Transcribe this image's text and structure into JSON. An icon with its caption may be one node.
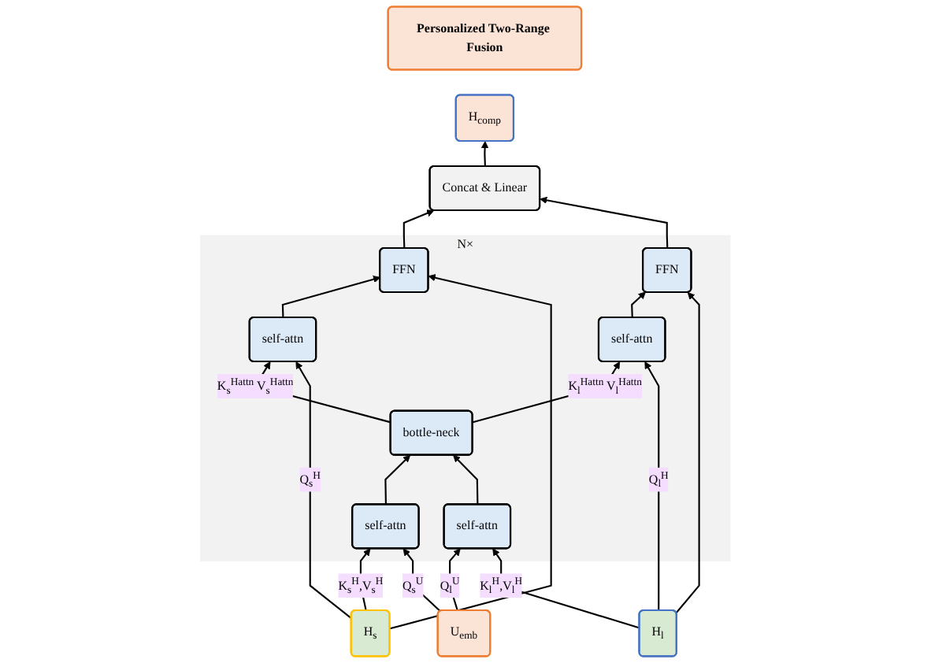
{
  "diagram": {
    "nodes": [
      {
        "text": [
          "Personalized Two-Range Fusion"
        ]
      },
      {
        "text": [
          "H$_{comp}$"
        ]
      },
      {
        "text": [
          "Concat & Linear"
        ]
      },
      {
        "text": [
          "N×"
        ]
      },
      {
        "text": [
          "FFN"
        ],
        "in": 3
      },
      {
        "text": [
          "FFN"
        ],
        "in": 3
      },
      {
        "text": [
          "self-attn"
        ],
        "in": 3
      },
      {
        "text": [
          "self-attn"
        ],
        "in": 3
      },
      {
        "text": [
          "bottle-neck"
        ],
        "in": 3
      },
      {
        "text": [
          "self-attn"
        ],
        "in": 3
      },
      {
        "text": [
          "self-attn"
        ],
        "in": 3
      },
      {
        "text": [
          "H$_{s}$"
        ]
      },
      {
        "text": [
          "U$_{emb}$"
        ]
      },
      {
        "text": [
          "H$_{l}$"
        ]
      }
    ],
    "edges": [
      {
        "from": 2,
        "to": 1,
        "arrow": "to"
      },
      {
        "from": 4,
        "to": 2,
        "arrow": "to"
      },
      {
        "from": 5,
        "to": 2,
        "arrow": "to"
      },
      {
        "from": 6,
        "to": 4,
        "arrow": "to"
      },
      {
        "from": 7,
        "to": 5,
        "arrow": "to"
      },
      {
        "from": 8,
        "to": 6,
        "arrow": "to",
        "label": "K$_{s}$$^{Hattn}$ V$_{s}$$^{Hattn}$"
      },
      {
        "from": 8,
        "to": 7,
        "arrow": "to",
        "label": "K$_{l}$$^{Hattn}$ V$_{l}$$^{Hattn}$"
      },
      {
        "from": 9,
        "to": 8,
        "arrow": "to"
      },
      {
        "from": 10,
        "to": 8,
        "arrow": "to"
      },
      {
        "from": 11,
        "to": 9,
        "arrow": "to",
        "label": "K$_{s}$$^{H}$,V$_{s}$$^{H}$"
      },
      {
        "from": 11,
        "to": 6,
        "arrow": "to",
        "label": "Q$_{s}$$^{H}$"
      },
      {
        "from": 11,
        "to": 4,
        "arrow": "to"
      },
      {
        "from": 12,
        "to": 9,
        "arrow": "to",
        "label": "Q$_{s}$$^{U}$"
      },
      {
        "from": 12,
        "to": 10,
        "arrow": "to",
        "label": "Q$_{l}$$^{U}$"
      },
      {
        "from": 13,
        "to": 10,
        "arrow": "to",
        "label": "K$_{l}$$^{H}$,V$_{l}$$^{H}$"
      },
      {
        "from": 13,
        "to": 7,
        "arrow": "to",
        "label": "Q$_{l}$$^{H}$"
      },
      {
        "from": 13,
        "to": 5,
        "arrow": "to"
      }
    ]
  }
}
